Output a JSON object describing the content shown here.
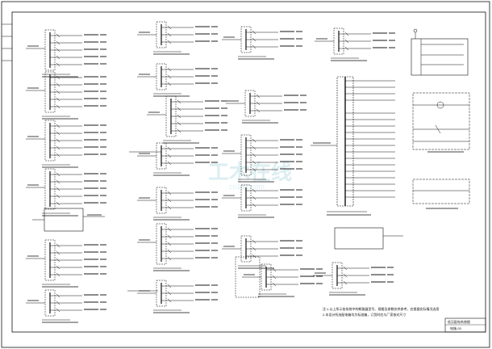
{
  "watermark": {
    "text": "工木在线",
    "subtext": "co188.com"
  },
  "notes": {
    "line1": "注:1.以上所示各系统中的断路器型号、规格及参数仅供参考，应根据实际情况选用",
    "line2": "    2.本设计所选配电箱均为标准箱，订货时应与厂家核对尺寸"
  },
  "title_block": {
    "text": "低压配电系统图",
    "sheet": "电施-03"
  }
}
